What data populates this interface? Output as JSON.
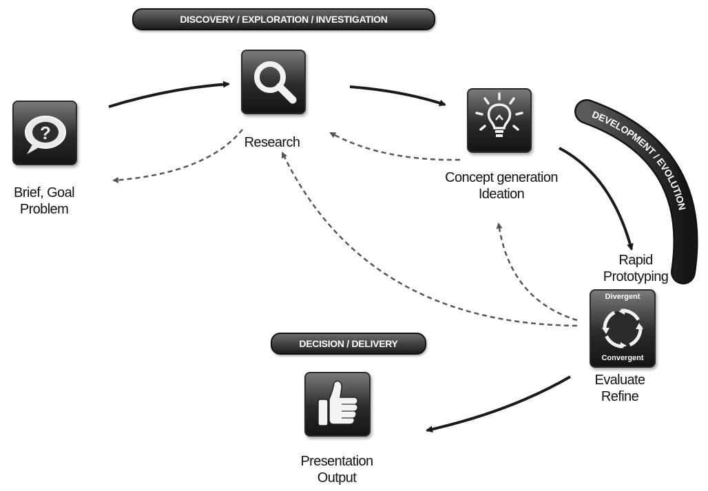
{
  "phases": {
    "discovery": "DISCOVERY / EXPLORATION / INVESTIGATION",
    "development": "DEVELOPMENT / EVOLUTION",
    "decision": "DECISION / DELIVERY"
  },
  "nodes": {
    "brief": {
      "lines": [
        "Brief, Goal",
        "Problem"
      ],
      "icon": "question-bubble-icon"
    },
    "research": {
      "lines": [
        "Research"
      ],
      "icon": "magnifier-icon"
    },
    "concept": {
      "lines": [
        "Concept generation",
        "Ideation"
      ],
      "icon": "lightbulb-icon"
    },
    "prototyping": {
      "lines": [
        "Rapid",
        "Prototyping"
      ]
    },
    "evaluate": {
      "lines": [
        "Evaluate",
        "Refine"
      ],
      "icon": "cycle-arrows-icon",
      "top_text": "Divergent",
      "bottom_text": "Convergent"
    },
    "presentation": {
      "lines": [
        "Presentation",
        "Output"
      ],
      "icon": "thumbs-up-icon"
    }
  },
  "colors": {
    "pill": "#1c1c1c",
    "arrow": "#1a1a1a",
    "dashed": "#444444"
  }
}
